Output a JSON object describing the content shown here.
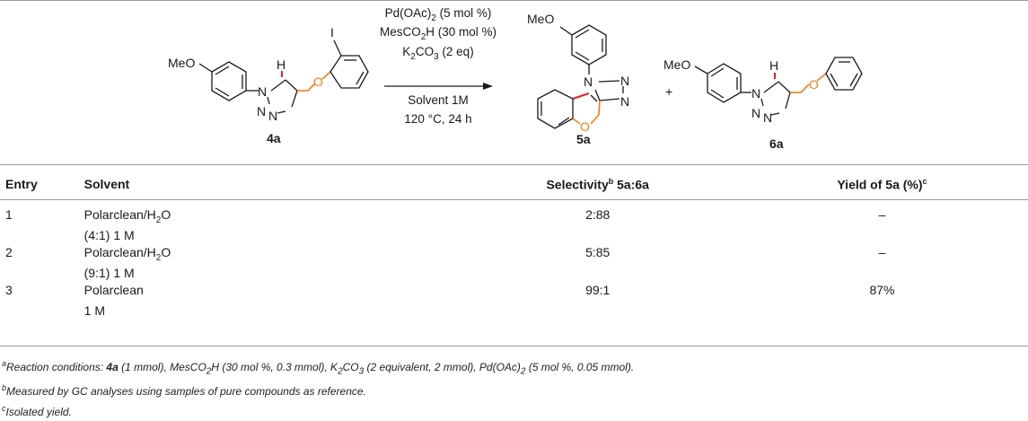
{
  "scheme": {
    "reagents": {
      "line1_pre": "Pd(OAc)",
      "line1_sub": "2",
      "line1_post": " (5 mol %)",
      "line2_pre": "MesCO",
      "line2_sub": "2",
      "line2_post": "H (30 mol %)",
      "line3_pre": "K",
      "line3_sub": "2",
      "line3_mid": "CO",
      "line3_sub2": "3",
      "line3_post": " (2 eq)",
      "line4": "Solvent 1M",
      "line5": "120 °C, 24 h"
    },
    "substrate_label": "4a",
    "product1_label": "5a",
    "product2_label": "6a",
    "plus": "+",
    "atoms": {
      "meo": "MeO",
      "n": "N",
      "o": "O",
      "h": "H",
      "i": "I"
    }
  },
  "table": {
    "headers": {
      "entry": "Entry",
      "solvent": "Solvent",
      "selectivity_pre": "Selectivity",
      "selectivity_sup": "b",
      "selectivity_post": " 5a:6a",
      "yield_pre": "Yield of 5a (%)",
      "yield_sup": "c"
    },
    "rows": [
      {
        "entry": "1",
        "solvent_pre": "Polarclean/H",
        "solvent_sub": "2",
        "solvent_post": "O",
        "solvent_line2": "(4:1) 1 M",
        "selectivity": "2:88",
        "yield": "–"
      },
      {
        "entry": "2",
        "solvent_pre": "Polarclean/H",
        "solvent_sub": "2",
        "solvent_post": "O",
        "solvent_line2": "(9:1) 1 M",
        "selectivity": "5:85",
        "yield": "–"
      },
      {
        "entry": "3",
        "solvent_pre": "Polarclean",
        "solvent_sub": "",
        "solvent_post": "",
        "solvent_line2": "1 M",
        "selectivity": "99:1",
        "yield": "87%"
      }
    ]
  },
  "footnotes": {
    "a_mark": "a",
    "a_pre": "Reaction conditions: ",
    "a_bold": "4a",
    "a_mid1": " (1 mmol), MesCO",
    "a_sub1": "2",
    "a_mid2": "H (30 mol %, 0.3 mmol), K",
    "a_sub2": "2",
    "a_mid3": "CO",
    "a_sub3": "3",
    "a_mid4": " (2 equivalent, 2 mmol), Pd(OAc)",
    "a_sub4": "2",
    "a_post": " (5 mol %, 0.05 mmol).",
    "b_mark": "b",
    "b_text": "Measured by GC analyses using samples of pure compounds as reference.",
    "c_mark": "c",
    "c_text": "Isolated yield."
  },
  "colors": {
    "highlight_red": "#e0202a",
    "highlight_orange": "#f07d1a",
    "rule": "#9a9a9a"
  }
}
